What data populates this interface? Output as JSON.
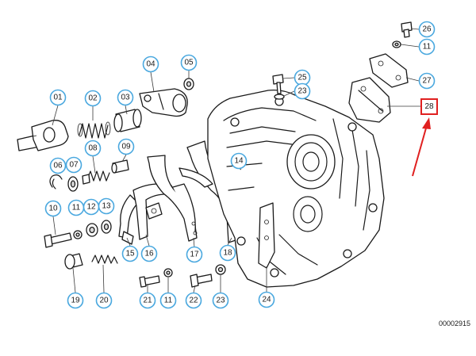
{
  "diagram": {
    "catalog_number": "00002915",
    "highlighted_part": "28",
    "highlight_color": "#e02020",
    "callout_color": "#4aa8df",
    "callouts": {
      "c01": "01",
      "c02": "02",
      "c03": "03",
      "c04": "04",
      "c05": "05",
      "c06": "06",
      "c07": "07",
      "c08": "08",
      "c09": "09",
      "c10": "10",
      "c11a": "11",
      "c11b": "11",
      "c11c": "11",
      "c12": "12",
      "c13": "13",
      "c14": "14",
      "c15": "15",
      "c16": "16",
      "c17": "17",
      "c18": "18",
      "c19": "19",
      "c20": "20",
      "c21": "21",
      "c22": "22",
      "c23a": "23",
      "c23b": "23",
      "c24": "24",
      "c25": "25",
      "c26": "26",
      "c27": "27"
    }
  }
}
